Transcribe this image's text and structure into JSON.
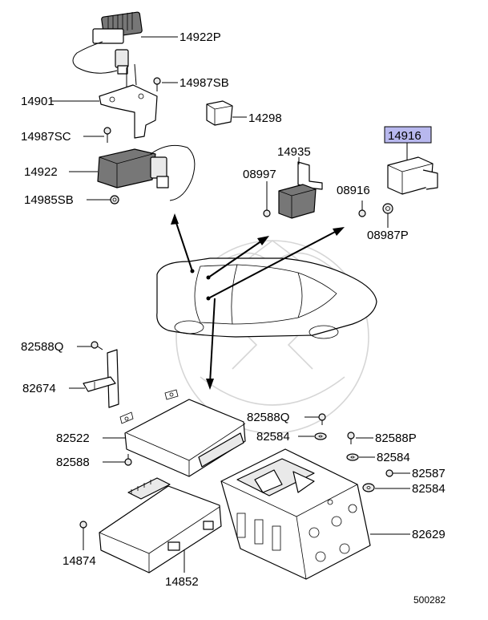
{
  "highlight_color": "#b8b8ee",
  "labels": {
    "p14922P": "14922P",
    "p14987SB": "14987SB",
    "p14901": "14901",
    "p14298": "14298",
    "p14987SC": "14987SC",
    "p14935": "14935",
    "p14916": "14916",
    "p14922": "14922",
    "p08997": "08997",
    "p08916": "08916",
    "p14985SB": "14985SB",
    "p08987P": "08987P",
    "p82588Q_a": "82588Q",
    "p82674": "82674",
    "p82588Q_b": "82588Q",
    "p82522": "82522",
    "p82584_a": "82584",
    "p82588P": "82588P",
    "p82588": "82588",
    "p82584_b": "82584",
    "p82587": "82587",
    "p82584_c": "82584",
    "p82629": "82629",
    "p14874": "14874",
    "p14852": "14852"
  },
  "footer": {
    "diagram_number": "500282"
  }
}
